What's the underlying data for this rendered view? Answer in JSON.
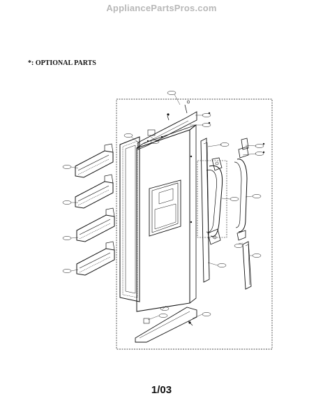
{
  "watermark": "AppliancePartsPros.com",
  "optional_note": "*: OPTIONAL PARTS",
  "page_number": "1/03",
  "colors": {
    "line": "#111111",
    "watermark": "#b8b8b8",
    "background": "#ffffff"
  }
}
